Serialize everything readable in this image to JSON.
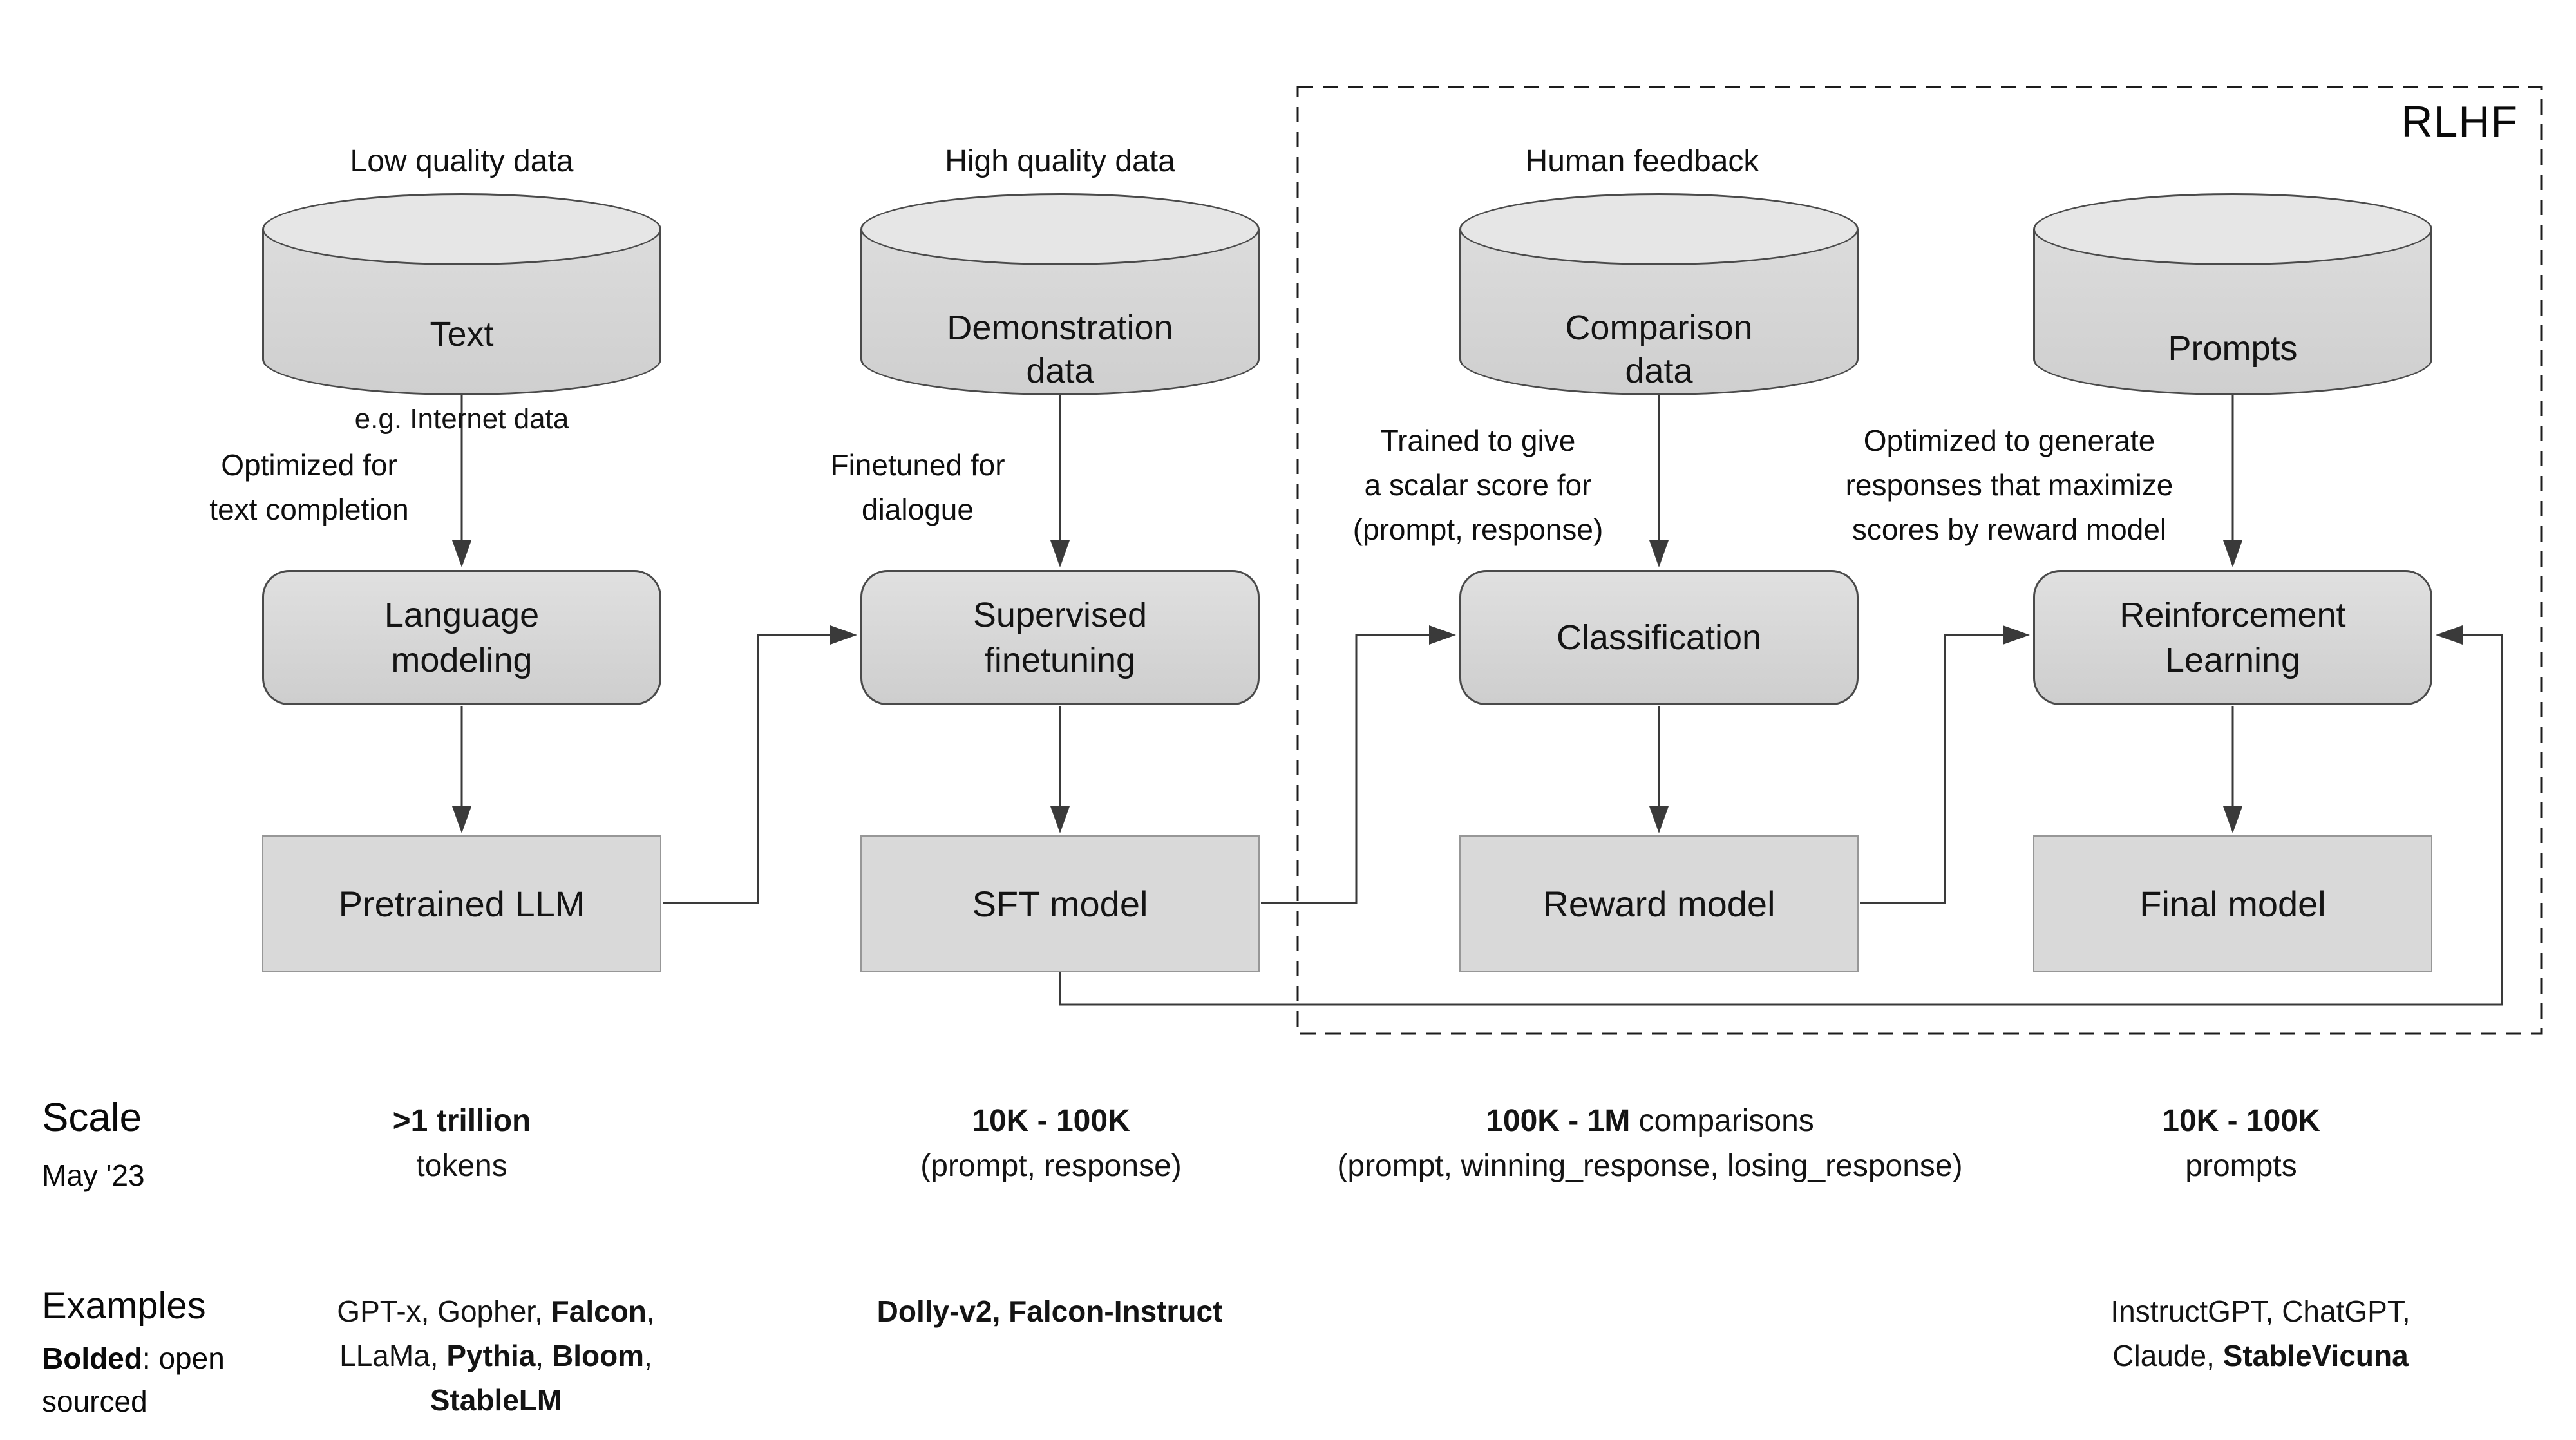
{
  "rlhf": {
    "label": "RLHF"
  },
  "headers": {
    "scale_title": "Scale",
    "scale_subtitle": "May '23",
    "examples_title": "Examples",
    "examples_subtitle_html": "<b>Bolded</b>: open sourced"
  },
  "columns": [
    {
      "top_label": "Low quality data",
      "store_main": "Text",
      "store_sub": "e.g. Internet data",
      "edge_label": "Optimized for\ntext completion",
      "process": "Language\nmodeling",
      "model": "Pretrained LLM",
      "scale_html": "<b>&gt;1 trillion</b><br>tokens",
      "examples_html": "GPT-x, Gopher, <b>Falcon</b>,<br>LLaMa, <b>Pythia</b>, <b>Bloom</b>,<br><b>StableLM</b>"
    },
    {
      "top_label": "High quality data",
      "store_main": "Demonstration\ndata",
      "store_sub": "",
      "edge_label": "Finetuned for\ndialogue",
      "process": "Supervised\nfinetuning",
      "model": "SFT model",
      "scale_html": "<b>10K - 100K</b><br>(prompt, response)",
      "examples_html": "<b>Dolly-v2, Falcon-Instruct</b>"
    },
    {
      "top_label": "Human feedback",
      "store_main": "Comparison\ndata",
      "store_sub": "",
      "edge_label": "Trained to give\na scalar score for\n(prompt, response)",
      "process": "Classification",
      "model": "Reward model",
      "scale_html": "<b>100K - 1M</b> comparisons<br>(prompt, winning_response, losing_response)",
      "examples_html": ""
    },
    {
      "top_label": "",
      "store_main": "Prompts",
      "store_sub": "",
      "edge_label": "Optimized to generate\nresponses that maximize\nscores by reward model",
      "process": "Reinforcement\nLearning",
      "model": "Final model",
      "scale_html": "<b>10K - 100K</b><br>prompts",
      "examples_html": "InstructGPT, ChatGPT,<br>Claude, <b>StableVicuna</b>"
    }
  ]
}
